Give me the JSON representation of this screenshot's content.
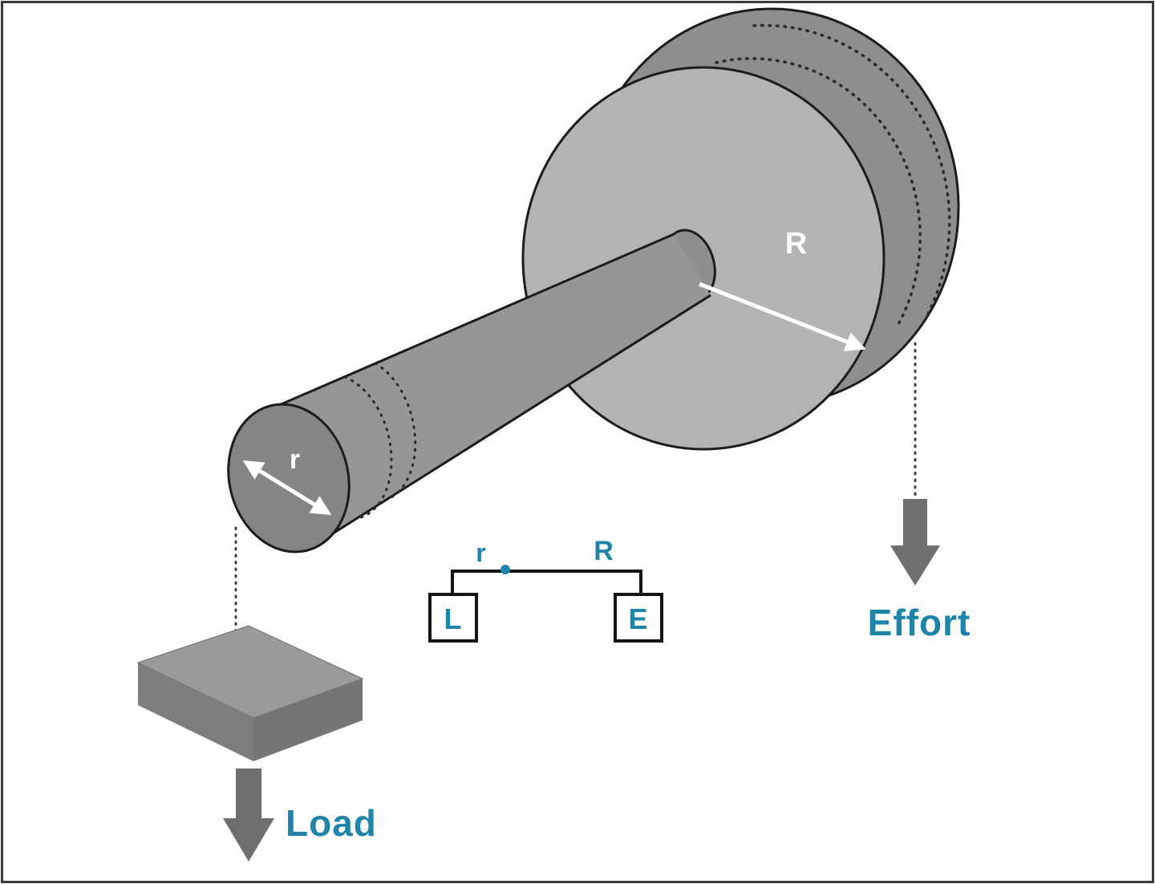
{
  "diagram": {
    "type": "wheel-and-axle",
    "wheel_radius_label": "R",
    "axle_radius_label": "r",
    "lever": {
      "axle_arm_label": "r",
      "wheel_arm_label": "R",
      "load_box_label": "L",
      "effort_box_label": "E"
    },
    "load_label": "Load",
    "effort_label": "Effort",
    "colors": {
      "label_teal": "#1e84aa",
      "wheel_face": "#b3b3b3",
      "wheel_rim": "#8e8e8e",
      "axle_body": "#969696",
      "axle_end": "#858585",
      "hub": "#8f8f8f",
      "block_top": "#9a9a9a",
      "block_left": "#7d7d7d",
      "block_right": "#757575",
      "arrow_gray": "#6f6f6f",
      "outline": "#1c1c1c",
      "dimension_white": "#ffffff"
    }
  }
}
